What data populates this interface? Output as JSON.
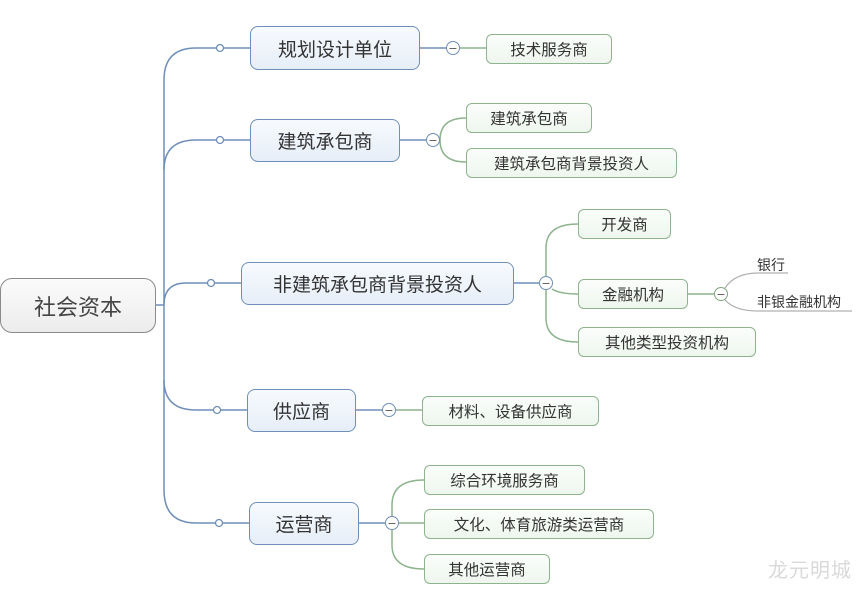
{
  "root": {
    "label": "社会资本"
  },
  "branches": [
    {
      "label": "规划设计单位",
      "children": [
        {
          "label": "技术服务商"
        }
      ]
    },
    {
      "label": "建筑承包商",
      "children": [
        {
          "label": "建筑承包商"
        },
        {
          "label": "建筑承包商背景投资人"
        }
      ]
    },
    {
      "label": "非建筑承包商背景投资人",
      "children": [
        {
          "label": "开发商"
        },
        {
          "label": "金融机构",
          "children": [
            {
              "label": "银行"
            },
            {
              "label": "非银金融机构"
            }
          ]
        },
        {
          "label": "其他类型投资机构"
        }
      ]
    },
    {
      "label": "供应商",
      "children": [
        {
          "label": "材料、设备供应商"
        }
      ]
    },
    {
      "label": "运营商",
      "children": [
        {
          "label": "综合环境服务商"
        },
        {
          "label": "文化、体育旅游类运营商"
        },
        {
          "label": "其他运营商"
        }
      ]
    }
  ],
  "collapse_symbol": "−",
  "colors": {
    "level1_line": "#6f8fb8",
    "level2_line": "#8db48d",
    "level3_line": "#b0b0b0"
  },
  "watermark": "龙元明城"
}
